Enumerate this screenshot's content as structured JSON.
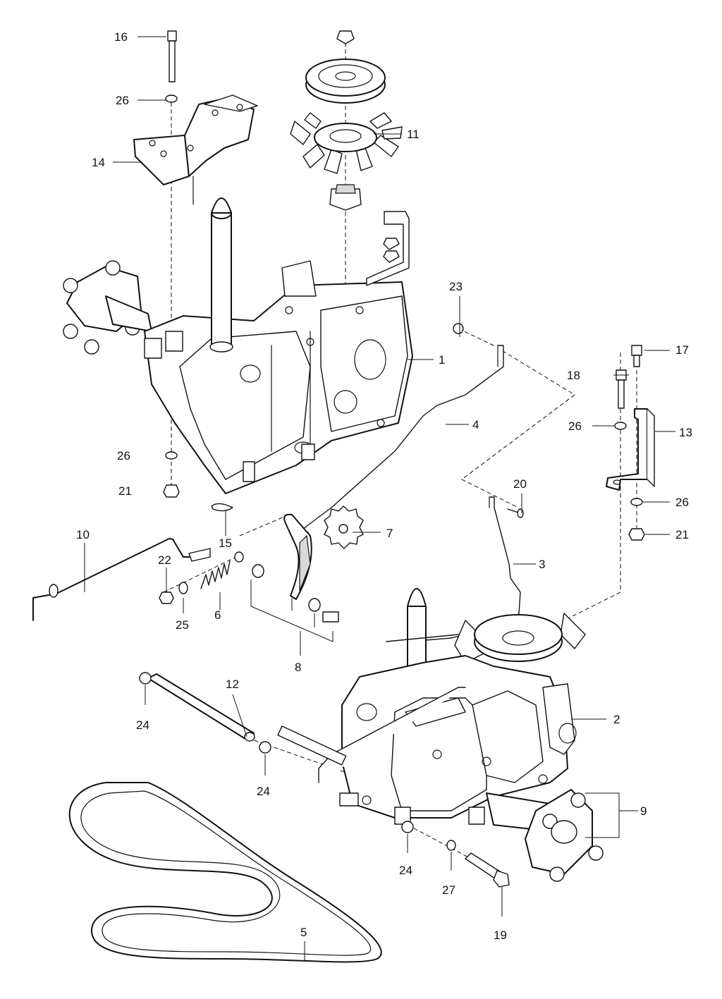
{
  "callouts": {
    "c1": "1",
    "c2": "2",
    "c3": "3",
    "c4": "4",
    "c5": "5",
    "c6": "6",
    "c7": "7",
    "c8": "8",
    "c9": "9",
    "c10": "10",
    "c11": "11",
    "c12": "12",
    "c13": "13",
    "c14": "14",
    "c15": "15",
    "c16": "16",
    "c17": "17",
    "c18": "18",
    "c19": "19",
    "c20": "20",
    "c21a": "21",
    "c21b": "21",
    "c22": "22",
    "c23": "23",
    "c24a": "24",
    "c24b": "24",
    "c24c": "24",
    "c25": "25",
    "c26a": "26",
    "c26b": "26",
    "c26c": "26",
    "c26d": "26",
    "c27": "27"
  }
}
